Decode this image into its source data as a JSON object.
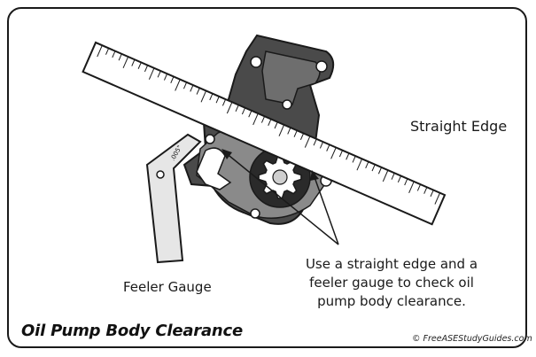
{
  "labels": {
    "straight_edge": "Straight Edge",
    "feeler_gauge": "Feeler Gauge",
    "gauge_marking": ".005\"",
    "caption": "Use a straight edge and a feeler gauge to check oil pump body clearance.",
    "caption_lines": [
      "Use a straight edge and a",
      "feeler gauge to check oil",
      "pump body clearance."
    ]
  },
  "title": "Oil Pump Body Clearance",
  "credit": "© FreeASEStudyGuides.com",
  "colors": {
    "pump_dark": "#4a4a4a",
    "pump_mid": "#6e6e6e",
    "ruler_fill": "#ffffff",
    "gauge_fill": "#e6e6e6",
    "outline": "#1a1a1a"
  }
}
